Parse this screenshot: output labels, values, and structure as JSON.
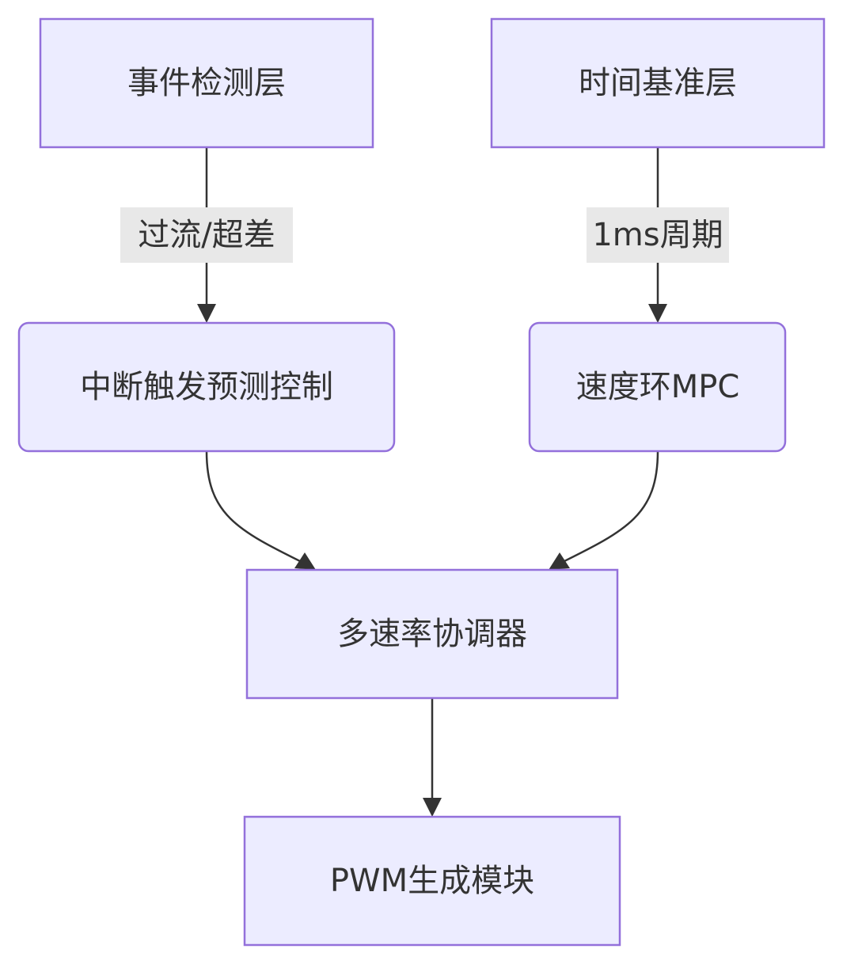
{
  "diagram": {
    "nodes": {
      "event_detection": "事件检测层",
      "time_base": "时间基准层",
      "interrupt_predictive_control": "中断触发预测控制",
      "speed_loop_mpc": "速度环MPC",
      "multirate_coordinator": "多速率协调器",
      "pwm_generator": "PWM生成模块"
    },
    "edges": {
      "overcurrent_label": "过流/超差",
      "period_label": "1ms周期"
    }
  },
  "colors": {
    "node_fill": "#ECECFF",
    "node_stroke": "#9370DB",
    "edge": "#333333",
    "label_bg": "#e8e8e8",
    "text": "#333333"
  }
}
